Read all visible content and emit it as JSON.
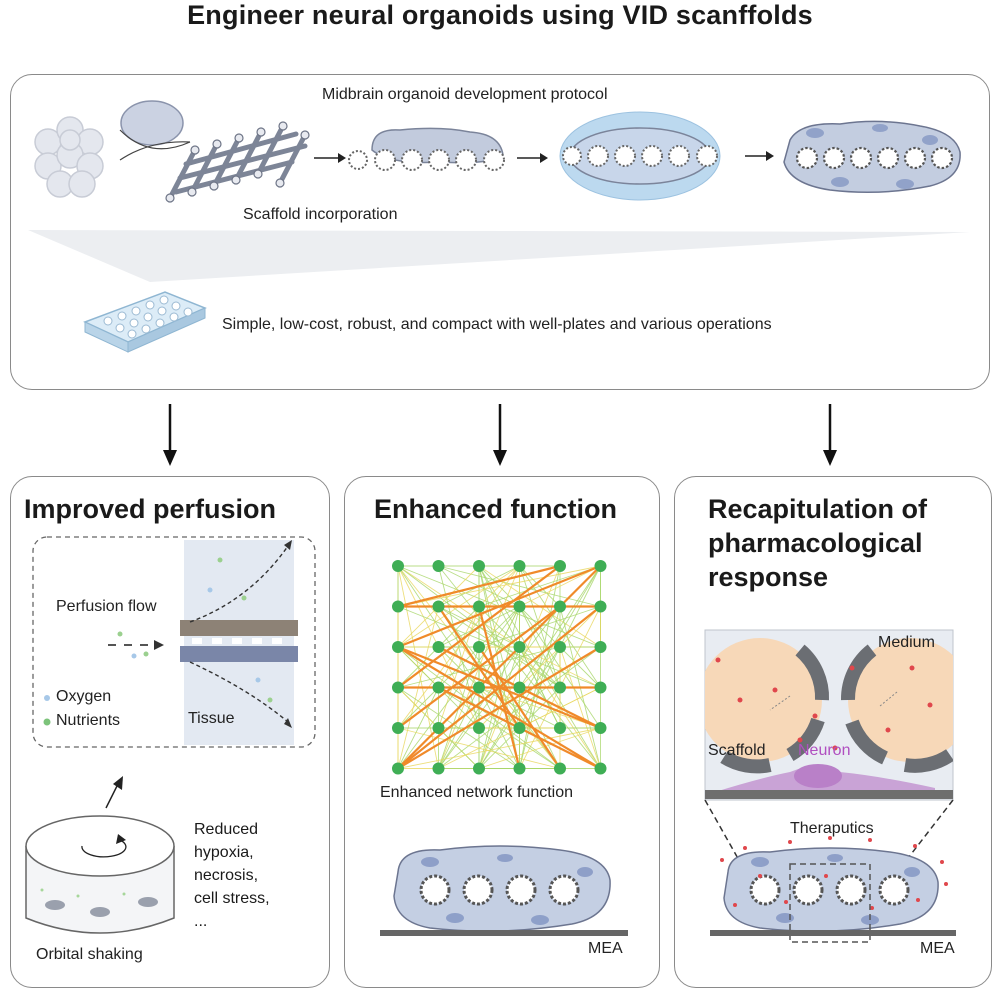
{
  "title": "Engineer neural organoids using  VID scanffolds",
  "top": {
    "protocol_label": "Midbrain organoid development protocol",
    "scaffold_label": "Scaffold incorporation",
    "summary": "Simple, low-cost, robust, and compact with well-plates and various operations"
  },
  "perfusion": {
    "title": "Improved perfusion",
    "flow_label": "Perfusion flow",
    "oxygen_label": "Oxygen",
    "nutrients_label": "Nutrients",
    "tissue_label": "Tissue",
    "shaking_label": "Orbital shaking",
    "reduced_lines": [
      "Reduced",
      "hypoxia,",
      "necrosis,",
      "cell stress,",
      "..."
    ]
  },
  "function": {
    "title": "Enhanced function",
    "network_label": "Enhanced network function",
    "mea_label": "MEA"
  },
  "pharma": {
    "title_lines": [
      "Recapitulation of",
      "pharmacological",
      "response"
    ],
    "medium_label": "Medium",
    "scaffold_label": "Scaffold",
    "neuron_label": "Neuron",
    "therapeutics_label": "Theraputics",
    "mea_label": "MEA"
  },
  "colors": {
    "neuron": "#b04fc0",
    "node": "#3fae55",
    "edge_strong": "#f08a2a",
    "edge_weak": "#a8d66a",
    "tissue_fill": "#c9d3e6",
    "drug": "#e0474c"
  }
}
